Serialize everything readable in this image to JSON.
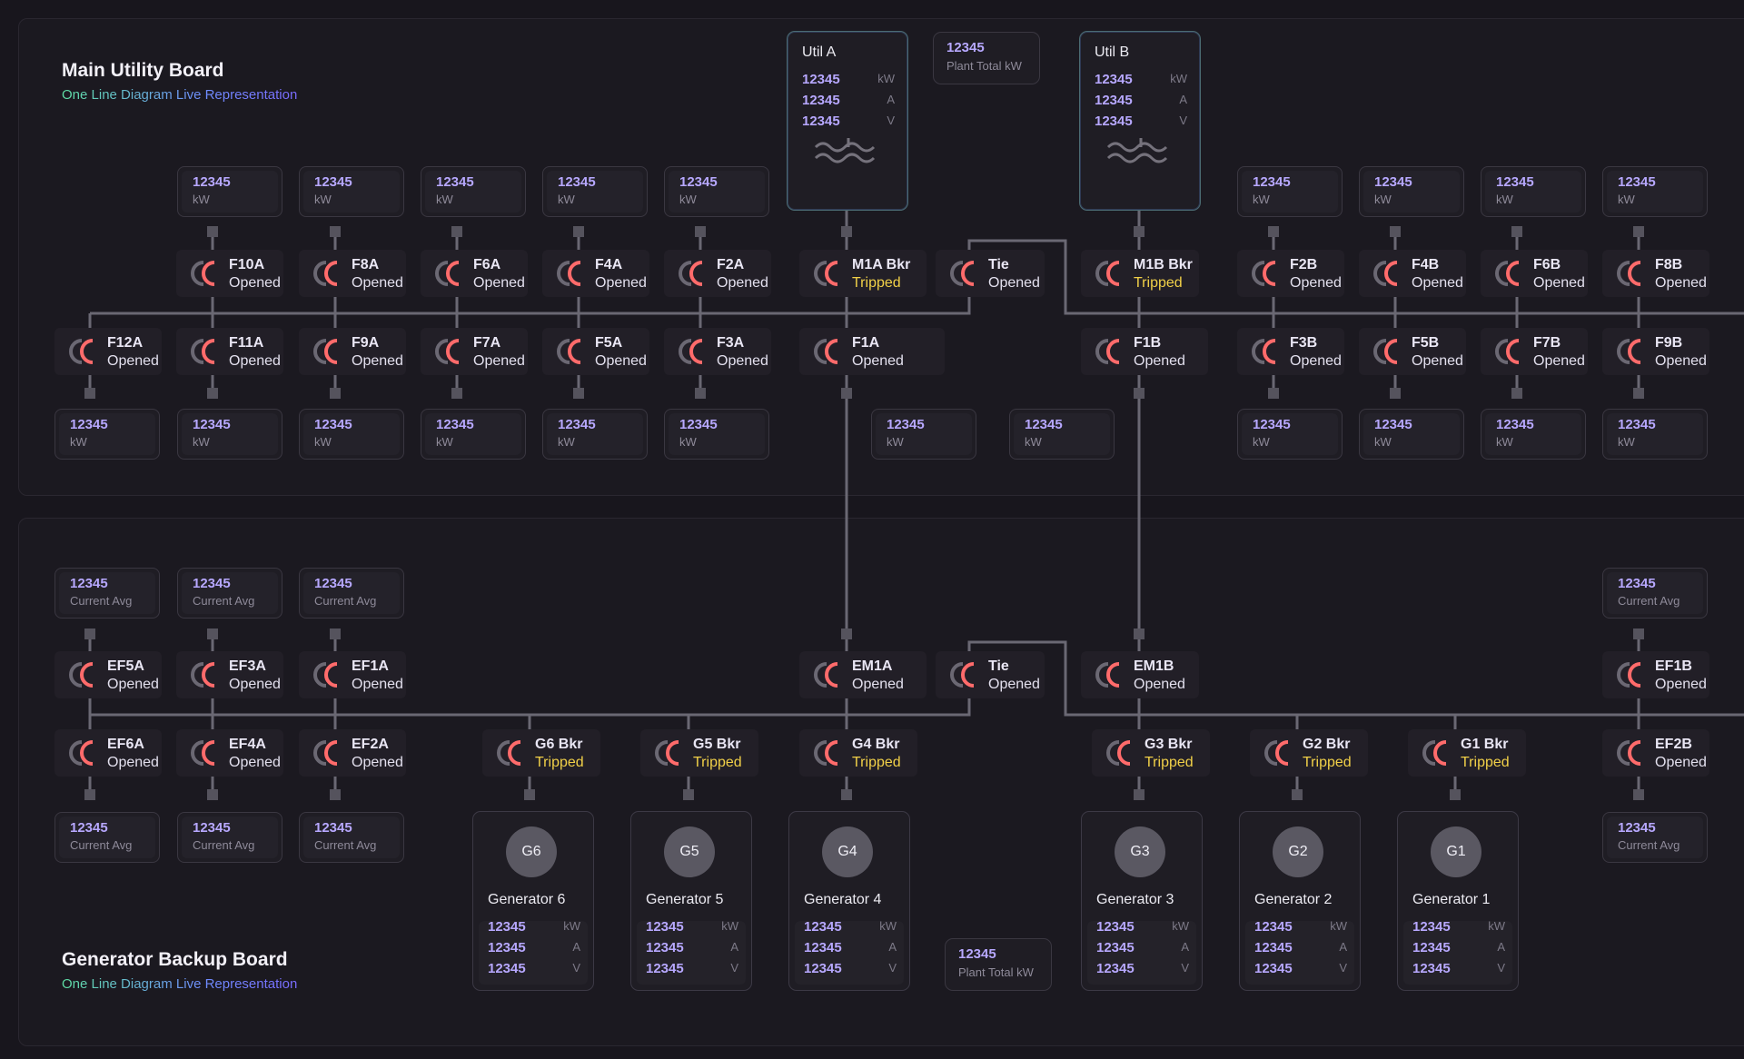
{
  "main_board": {
    "title": "Main Utility Board",
    "subtitle": "One Line Diagram Live Representation"
  },
  "backup_board": {
    "title": "Generator Backup Board",
    "subtitle": "One Line Diagram Live Representation"
  },
  "colors": {
    "accent_value": "#b7a8ff",
    "breaker_closed": "#ff6b6b",
    "breaker_open_arc": "#6b6873",
    "tripped_text": "#f1d048",
    "wire": "#6a6873"
  },
  "utility_cards": {
    "util_a": {
      "title": "Util A",
      "kw": "12345",
      "a": "12345",
      "v": "12345",
      "unit_kw": "kW",
      "unit_a": "A",
      "unit_v": "V"
    },
    "util_b": {
      "title": "Util B",
      "kw": "12345",
      "a": "12345",
      "v": "12345",
      "unit_kw": "kW",
      "unit_a": "A",
      "unit_v": "V"
    }
  },
  "plant_total_main": {
    "value": "12345",
    "label": "Plant Total kW"
  },
  "plant_total_backup": {
    "value": "12345",
    "label": "Plant Total kW"
  },
  "unit_kw": "kW",
  "unit_current": "Current Avg",
  "value": "12345",
  "breakers": {
    "F10A": {
      "name": "F10A",
      "status": "Opened"
    },
    "F8A": {
      "name": "F8A",
      "status": "Opened"
    },
    "F6A": {
      "name": "F6A",
      "status": "Opened"
    },
    "F4A": {
      "name": "F4A",
      "status": "Opened"
    },
    "F2A": {
      "name": "F2A",
      "status": "Opened"
    },
    "M1A": {
      "name": "M1A Bkr",
      "status": "Tripped"
    },
    "TIE_MAIN": {
      "name": "Tie",
      "status": "Opened"
    },
    "M1B": {
      "name": "M1B Bkr",
      "status": "Tripped"
    },
    "F2B": {
      "name": "F2B",
      "status": "Opened"
    },
    "F4B": {
      "name": "F4B",
      "status": "Opened"
    },
    "F6B": {
      "name": "F6B",
      "status": "Opened"
    },
    "F8B": {
      "name": "F8B",
      "status": "Opened"
    },
    "F12A": {
      "name": "F12A",
      "status": "Opened"
    },
    "F11A": {
      "name": "F11A",
      "status": "Opened"
    },
    "F9A": {
      "name": "F9A",
      "status": "Opened"
    },
    "F7A": {
      "name": "F7A",
      "status": "Opened"
    },
    "F5A": {
      "name": "F5A",
      "status": "Opened"
    },
    "F3A": {
      "name": "F3A",
      "status": "Opened"
    },
    "F1A": {
      "name": "F1A",
      "status": "Opened"
    },
    "F1B": {
      "name": "F1B",
      "status": "Opened"
    },
    "F3B": {
      "name": "F3B",
      "status": "Opened"
    },
    "F5B": {
      "name": "F5B",
      "status": "Opened"
    },
    "F7B": {
      "name": "F7B",
      "status": "Opened"
    },
    "F9B": {
      "name": "F9B",
      "status": "Opened"
    },
    "EF5A": {
      "name": "EF5A",
      "status": "Opened"
    },
    "EF3A": {
      "name": "EF3A",
      "status": "Opened"
    },
    "EF1A": {
      "name": "EF1A",
      "status": "Opened"
    },
    "EM1A": {
      "name": "EM1A",
      "status": "Opened"
    },
    "TIE_BACKUP": {
      "name": "Tie",
      "status": "Opened"
    },
    "EM1B": {
      "name": "EM1B",
      "status": "Opened"
    },
    "EF1B": {
      "name": "EF1B",
      "status": "Opened"
    },
    "EF6A": {
      "name": "EF6A",
      "status": "Opened"
    },
    "EF4A": {
      "name": "EF4A",
      "status": "Opened"
    },
    "EF2A": {
      "name": "EF2A",
      "status": "Opened"
    },
    "G6": {
      "name": "G6 Bkr",
      "status": "Tripped"
    },
    "G5": {
      "name": "G5 Bkr",
      "status": "Tripped"
    },
    "G4": {
      "name": "G4 Bkr",
      "status": "Tripped"
    },
    "G3": {
      "name": "G3 Bkr",
      "status": "Tripped"
    },
    "G2": {
      "name": "G2 Bkr",
      "status": "Tripped"
    },
    "G1": {
      "name": "G1 Bkr",
      "status": "Tripped"
    },
    "EF2B": {
      "name": "EF2B",
      "status": "Opened"
    }
  },
  "generators": {
    "g6": {
      "badge": "G6",
      "title": "Generator 6",
      "kw": "12345",
      "a": "12345",
      "v": "12345"
    },
    "g5": {
      "badge": "G5",
      "title": "Generator 5",
      "kw": "12345",
      "a": "12345",
      "v": "12345"
    },
    "g4": {
      "badge": "G4",
      "title": "Generator 4",
      "kw": "12345",
      "a": "12345",
      "v": "12345"
    },
    "g3": {
      "badge": "G3",
      "title": "Generator 3",
      "kw": "12345",
      "a": "12345",
      "v": "12345"
    },
    "g2": {
      "badge": "G2",
      "title": "Generator 2",
      "kw": "12345",
      "a": "12345",
      "v": "12345"
    },
    "g1": {
      "badge": "G1",
      "title": "Generator 1",
      "kw": "12345",
      "a": "12345",
      "v": "12345"
    }
  },
  "gen_units": {
    "kw": "kW",
    "a": "A",
    "v": "V"
  }
}
